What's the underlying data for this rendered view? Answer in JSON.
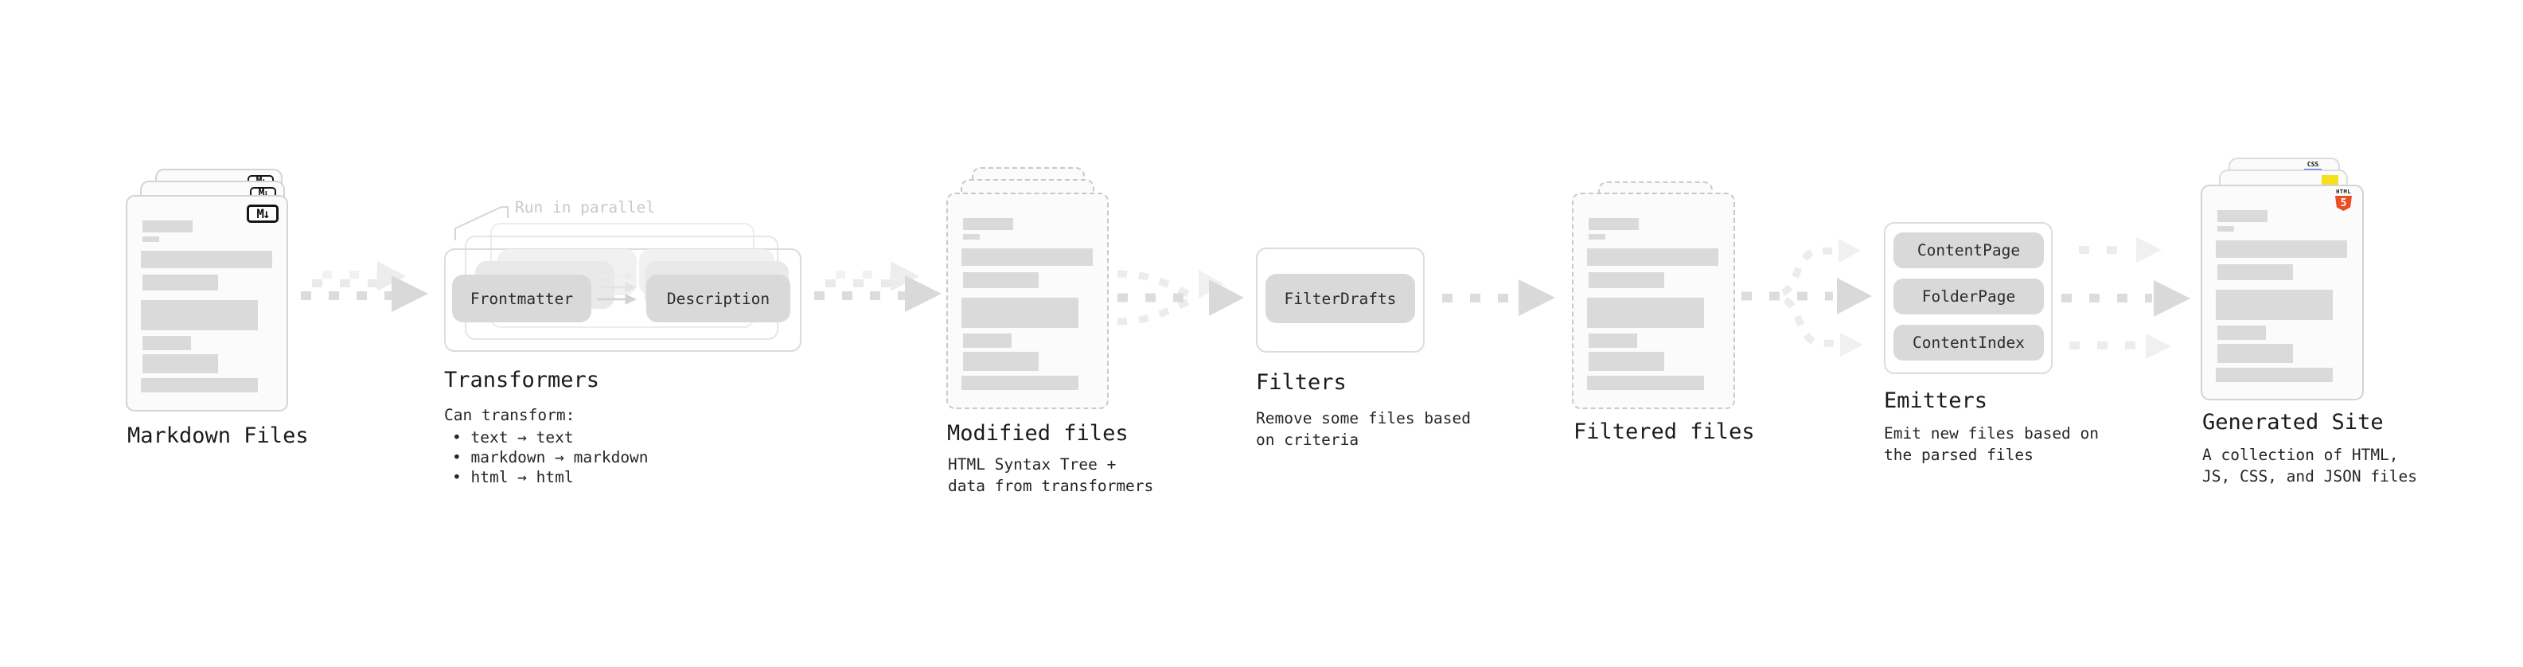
{
  "markdown": {
    "title": "Markdown Files",
    "badge": "M↓"
  },
  "transformers": {
    "note": "Run in parallel",
    "pill_left": "Frontmatter",
    "pill_right": "Description",
    "title": "Transformers",
    "desc_title": "Can transform:",
    "bullets": [
      "• text → text",
      "• markdown → markdown",
      "• html → html"
    ]
  },
  "modified": {
    "title": "Modified files",
    "desc_lines": [
      "HTML Syntax Tree +",
      "data from transformers"
    ]
  },
  "filters": {
    "pill": "FilterDrafts",
    "title": "Filters",
    "desc_lines": [
      "Remove some files based",
      "on criteria"
    ]
  },
  "filtered": {
    "title": "Filtered files"
  },
  "emitters": {
    "pills": [
      "ContentPage",
      "FolderPage",
      "ContentIndex"
    ],
    "title": "Emitters",
    "desc_lines": [
      "Emit new files based on",
      "the parsed files"
    ]
  },
  "generated": {
    "title": "Generated Site",
    "desc_lines": [
      "A collection of HTML,",
      "JS, CSS, and JSON files"
    ],
    "css_badge": "CSS",
    "html_badge_label": "HTML",
    "html_badge_number": "5"
  },
  "colors": {
    "background": "#ffffff",
    "page_fill": "#fbfbfb",
    "page_border": "#d4d4d4",
    "bar": "#dadada",
    "pill": "#d9d9d9",
    "arrow": "#d9d9d9",
    "text": "#222222",
    "muted": "#c9c9c9",
    "html5_orange": "#ec4d24",
    "js_yellow": "#f7df1e",
    "css_blue": "#2965f1"
  }
}
